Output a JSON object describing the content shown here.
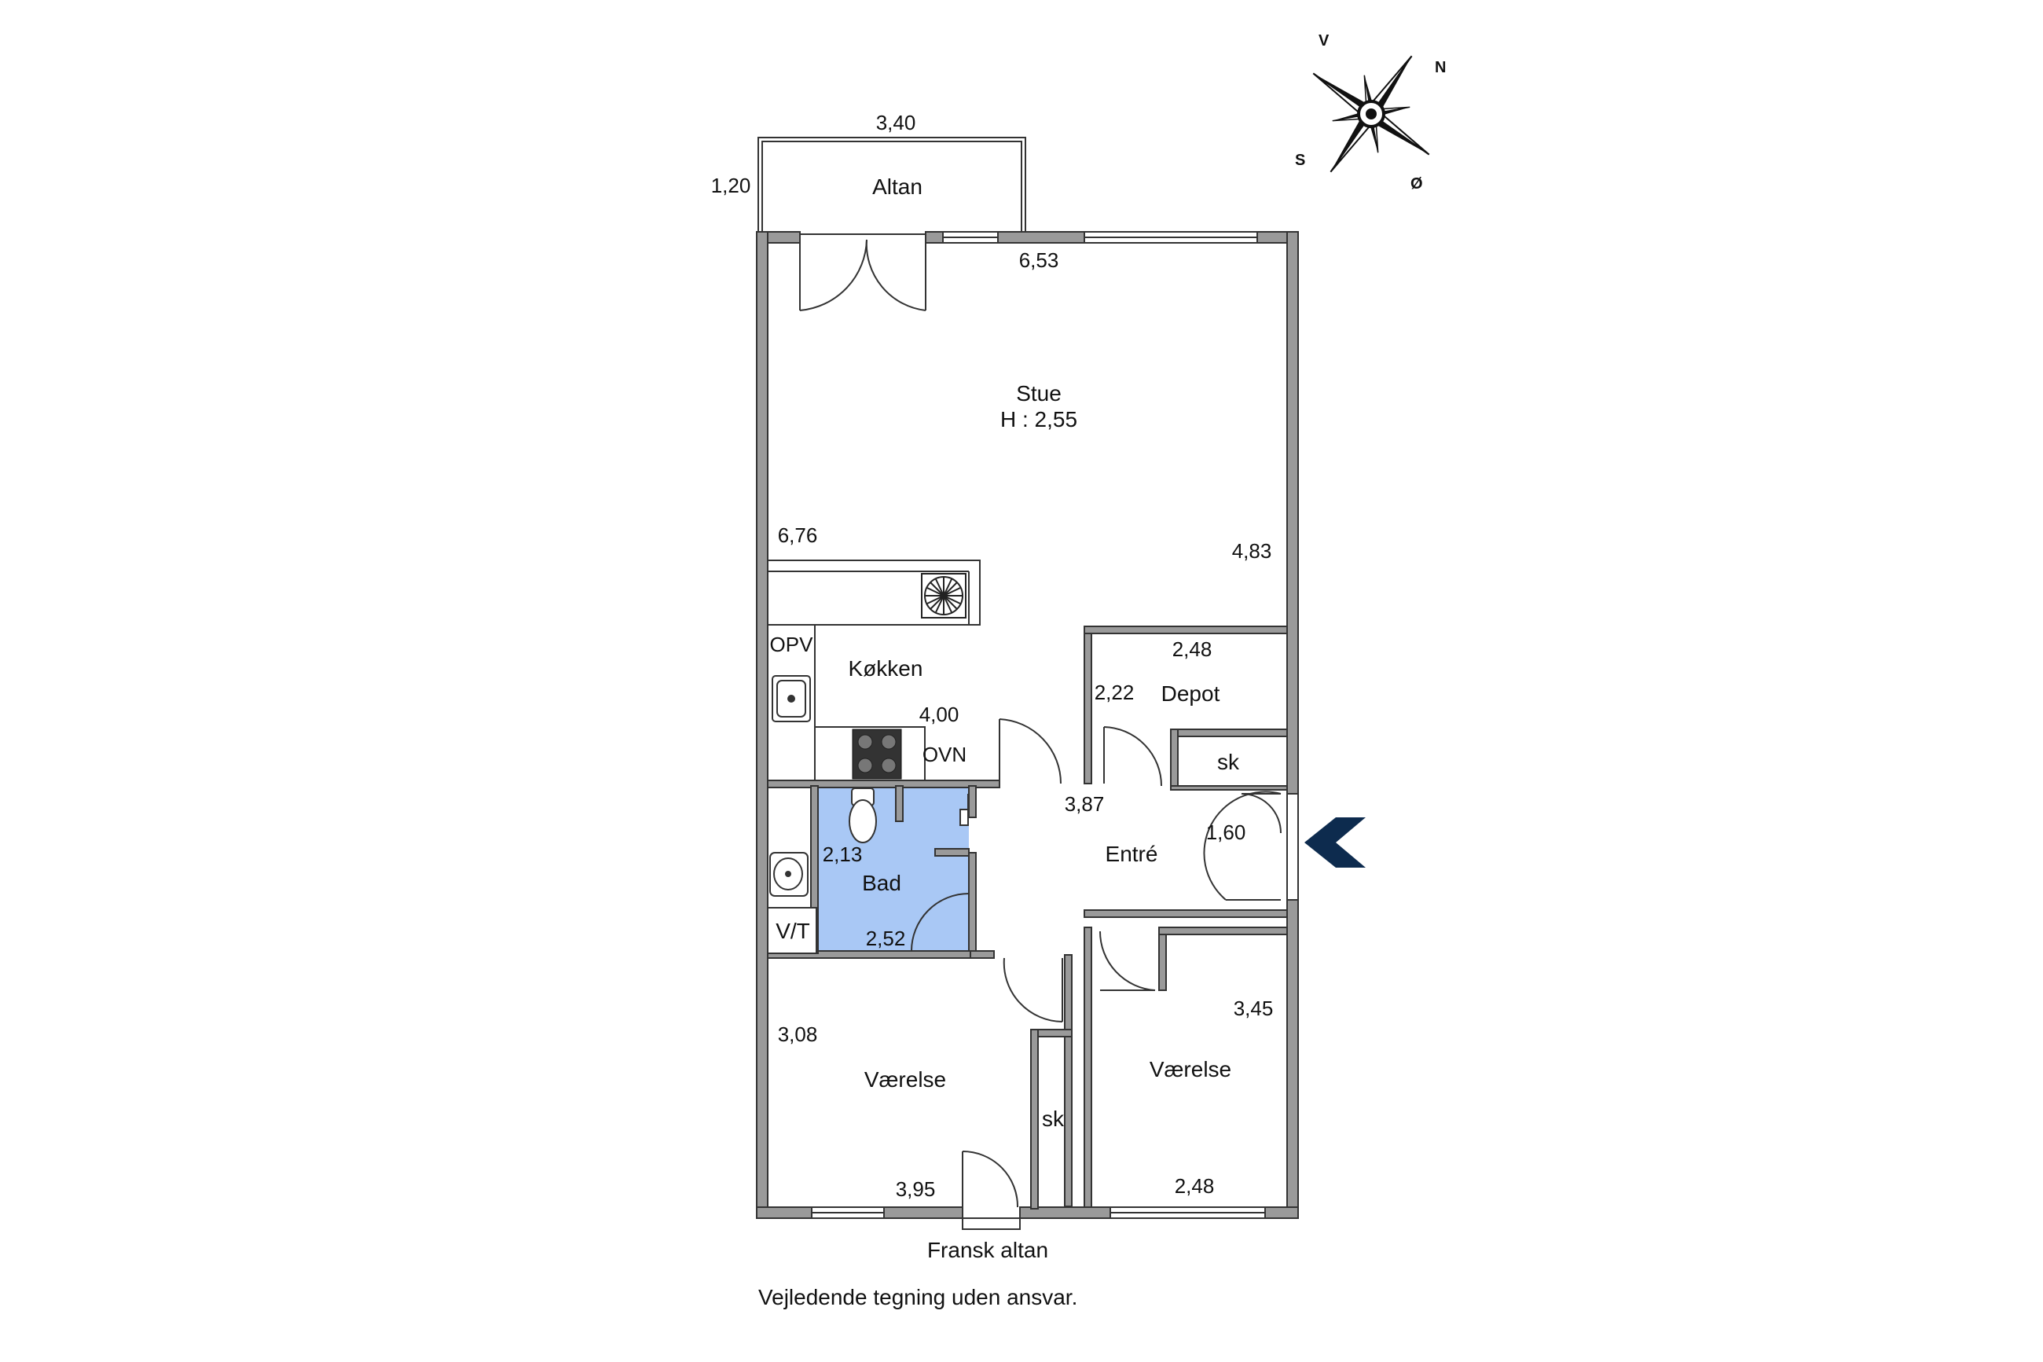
{
  "rooms": {
    "altan": "Altan",
    "stue": "Stue",
    "stue_height": "H : 2,55",
    "kokken": "Køkken",
    "depot": "Depot",
    "sk_entre": "sk",
    "entre": "Entré",
    "bad": "Bad",
    "vt": "V/T",
    "opv": "OPV",
    "ovn": "OVN",
    "vaerelse_left": "Værelse",
    "vaerelse_right": "Værelse",
    "sk_vaerelse": "sk"
  },
  "dimensions": {
    "altan_width": "3,40",
    "altan_depth": "1,20",
    "stue_width": "6,53",
    "stue_left": "6,76",
    "stue_right": "4,83",
    "depot_width": "2,48",
    "depot_height": "2,22",
    "kokken_width": "4,00",
    "entre_width": "3,87",
    "entre_height": "1,60",
    "bad_height": "2,13",
    "bad_width": "2,52",
    "vaerelse_left_height": "3,08",
    "vaerelse_left_width": "3,95",
    "vaerelse_right_height": "3,45",
    "vaerelse_right_width": "2,48"
  },
  "labels": {
    "fransk_altan": "Fransk altan",
    "disclaimer": "Vejledende tegning uden ansvar."
  },
  "compass": {
    "north": "N",
    "west": "V",
    "south": "S",
    "east": "Ø"
  },
  "colors": {
    "wall": "#9a9a9a",
    "wall_outline": "#333333",
    "bathroom": "#a9c8f5",
    "entrance_arrow": "#0d2b4e"
  },
  "icons": {
    "entrance": "entrance-chevron-icon",
    "compass": "compass-rose-icon"
  }
}
